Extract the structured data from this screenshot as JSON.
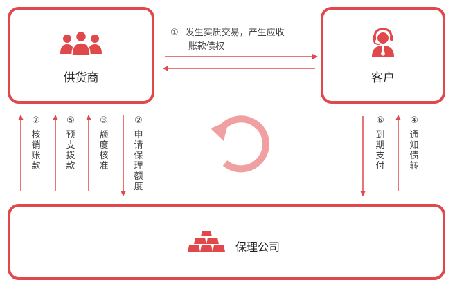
{
  "nodes": {
    "supplier": {
      "label": "供货商",
      "icon": "people-group-icon"
    },
    "customer": {
      "label": "客户",
      "icon": "customer-service-agent-icon"
    },
    "factoring": {
      "label": "保理公司",
      "icon": "gold-bars-icon"
    }
  },
  "steps": {
    "s1": {
      "num": "①",
      "line1": "发生实质交易，产生应收",
      "line2": "账款债权"
    },
    "s2": {
      "num": "②",
      "text": "申请保理额度"
    },
    "s3": {
      "num": "③",
      "text": "额度核准"
    },
    "s4": {
      "num": "④",
      "text": "通知债转"
    },
    "s5": {
      "num": "⑤",
      "text": "预支拨款"
    },
    "s6": {
      "num": "⑥",
      "text": "到期支付"
    },
    "s7": {
      "num": "⑦",
      "text": "核销账款"
    }
  },
  "colors": {
    "accent": "#e0484b",
    "cycle": "#f0a0a0"
  },
  "center_icon": "cycle-arrow-icon"
}
